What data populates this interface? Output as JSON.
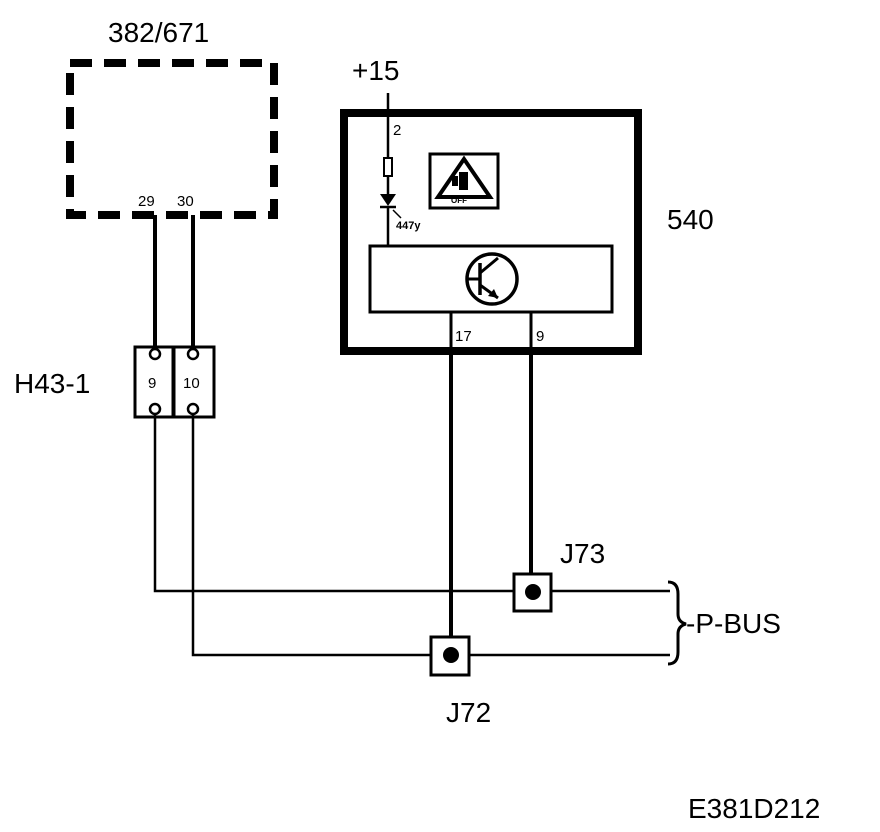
{
  "components": {
    "module_382": {
      "label": "382/671",
      "pin_a": "29",
      "pin_b": "30"
    },
    "supply": {
      "label": "+15",
      "pin": "2"
    },
    "module_540": {
      "label": "540",
      "led_label": "447y",
      "warn_text": "OFF",
      "pin_a": "17",
      "pin_b": "9"
    },
    "connector_h43": {
      "label": "H43-1",
      "pin_a": "9",
      "pin_b": "10"
    },
    "junction_j73": {
      "label": "J73"
    },
    "junction_j72": {
      "label": "J72"
    },
    "bus": {
      "label": "-P-BUS"
    }
  },
  "diagram_id": "E381D212"
}
